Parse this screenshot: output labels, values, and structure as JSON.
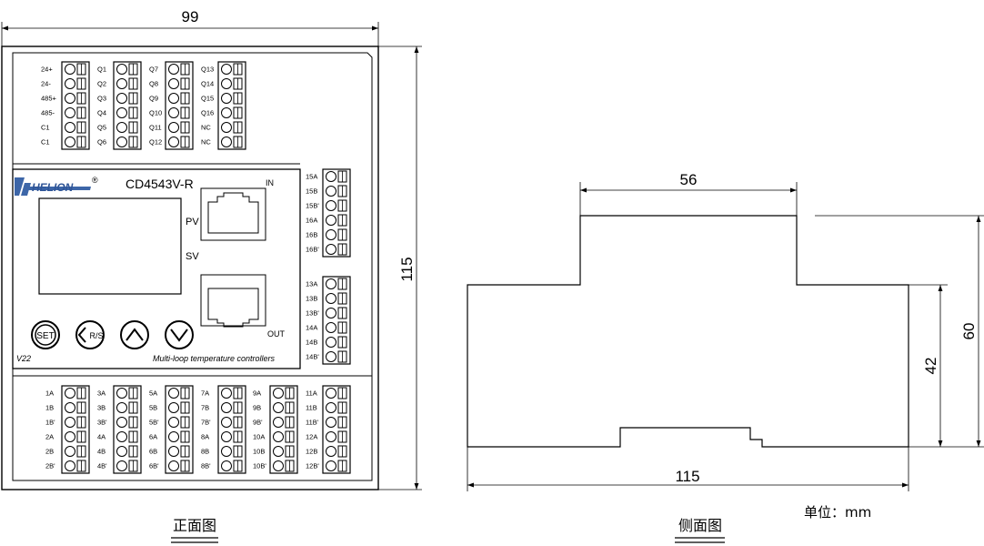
{
  "front_view": {
    "brand": "HELION",
    "registered_mark": "®",
    "model": "CD4543V-R",
    "port_in_label": "IN",
    "port_out_label": "OUT",
    "display_labels": {
      "pv": "PV",
      "sv": "SV"
    },
    "buttons": {
      "set": "SET",
      "rs": "R/S"
    },
    "version": "V22",
    "description": "Multi-loop temperature controllers",
    "top_terminal_labels": [
      [
        "24+",
        "24-",
        "485+",
        "485-",
        "C1",
        "C1"
      ],
      [
        "Q1",
        "Q2",
        "Q3",
        "Q4",
        "Q5",
        "Q6"
      ],
      [
        "Q7",
        "Q8",
        "Q9",
        "Q10",
        "Q11",
        "Q12"
      ],
      [
        "Q13",
        "Q14",
        "Q15",
        "Q16",
        "NC",
        "NC"
      ]
    ],
    "right_upper_terminal_labels": [
      "15A",
      "15B",
      "15B'",
      "16A",
      "16B",
      "16B'"
    ],
    "right_lower_terminal_labels": [
      "13A",
      "13B",
      "13B'",
      "14A",
      "14B",
      "14B'"
    ],
    "bottom_terminal_labels": [
      [
        "1A",
        "1B",
        "1B'",
        "2A",
        "2B",
        "2B'"
      ],
      [
        "3A",
        "3B",
        "3B'",
        "4A",
        "4B",
        "4B'"
      ],
      [
        "5A",
        "5B",
        "5B'",
        "6A",
        "6B",
        "6B'"
      ],
      [
        "7A",
        "7B",
        "7B'",
        "8A",
        "8B",
        "8B'"
      ],
      [
        "9A",
        "9B",
        "9B'",
        "10A",
        "10B",
        "10B'"
      ],
      [
        "11A",
        "11B",
        "11B'",
        "12A",
        "12B",
        "12B'"
      ]
    ],
    "dimensions": {
      "width": "99",
      "height": "115"
    },
    "caption": "正面图"
  },
  "side_view": {
    "dimensions": {
      "top_width": "56",
      "total_height": "60",
      "body_height": "42",
      "width": "115"
    },
    "unit_label": "单位：mm",
    "caption": "侧面图"
  }
}
